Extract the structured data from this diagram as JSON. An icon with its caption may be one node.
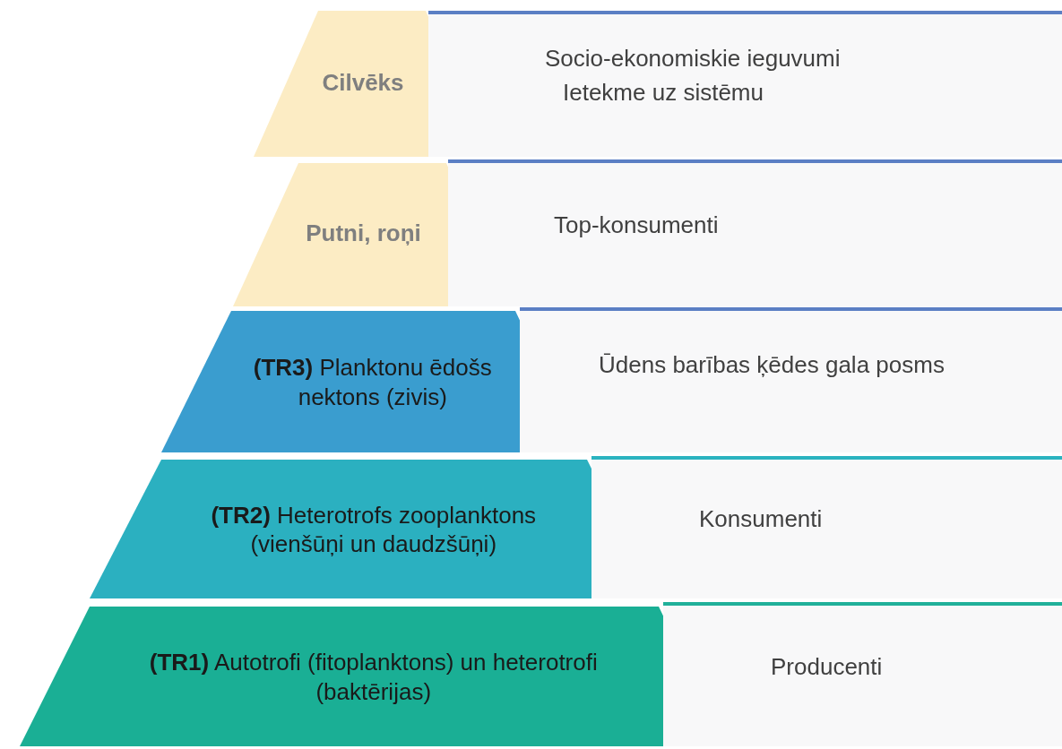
{
  "diagram": {
    "nodes": [
      {
        "text": [
          "Cilvēks"
        ]
      },
      {
        "text": [
          "Socio-ekonomiskie ieguvumi",
          "Ietekme uz sistēmu"
        ]
      },
      {
        "text": [
          "Putni, roņi"
        ]
      },
      {
        "text": [
          "Top-konsumenti"
        ]
      },
      {
        "text": [
          "**(TR3)** Planktonu ēdošs nektons (zivis)"
        ]
      },
      {
        "text": [
          "Ūdens barības ķēdes gala posms"
        ]
      },
      {
        "text": [
          "**(TR2)** Heterotrofs zooplanktons (vienšūņi un daudzšūņi)"
        ]
      },
      {
        "text": [
          "Konsumenti"
        ]
      },
      {
        "text": [
          "**(TR1)** Autotrofi (fitoplanktons) un heterotrofi (baktērijas)"
        ]
      },
      {
        "text": [
          "Producenti"
        ]
      }
    ]
  }
}
